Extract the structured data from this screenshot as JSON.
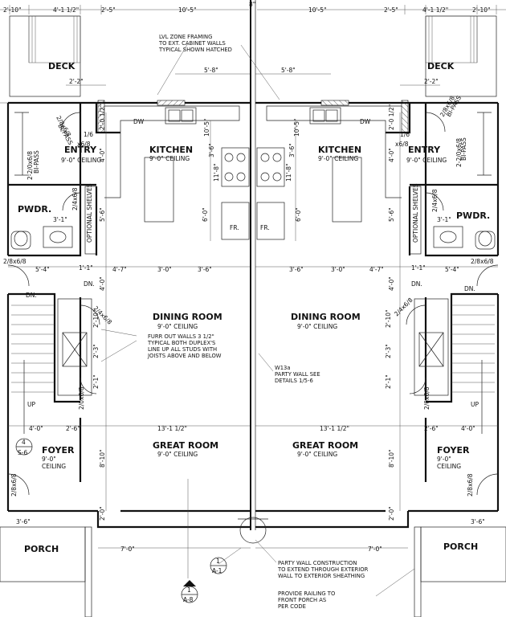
{
  "top_dims": [
    "2'-10\"",
    "4'-1 1/2\"",
    "2'-5\"",
    "10'-5\"",
    "8\"",
    "10'-5\"",
    "2'-5\"",
    "4'-1 1/2\"",
    "2'-10\""
  ],
  "notes": {
    "lvl_zone": [
      "LVL ZONE FRAMING",
      "TO EXT. CABINET WALLS",
      "TYPICAL SHOWN HATCHED"
    ],
    "furr_out": [
      "FURR OUT WALLS 3 1/2\"",
      "TYPICAL BOTH DUPLEX'S",
      "LINE UP ALL STUDS WITH",
      "JOISTS ABOVE AND BELOW"
    ],
    "party_wall": [
      "W13a",
      "PARTY WALL SEE",
      "DETAILS 1/5-6"
    ],
    "party_wall_construction": [
      "PARTY WALL CONSTRUCTION",
      "TO EXTEND THROUGH EXTERIOR",
      "WALL TO EXTERIOR SHEATHING"
    ],
    "railing": [
      "PROVIDE RAILING TO",
      "FRONT PORCH AS",
      "PER CODE"
    ]
  },
  "rooms": {
    "deck": "DECK",
    "entry": "ENTRY",
    "kitchen": "KITCHEN",
    "pwdr": "PWDR.",
    "dining": "DINING ROOM",
    "great": "GREAT ROOM",
    "foyer": "FOYER",
    "porch": "PORCH",
    "ceiling": "9'-0\" CEILING",
    "ceiling_foyer_1": "9'-0\"",
    "ceiling_foyer_2": "CEILING",
    "optional_shelves": "OPTIONAL SHELVES",
    "dw": "DW",
    "fr": "FR.",
    "dn": "DN.",
    "up": "UP"
  },
  "doors": {
    "entry_bipass_1": "2/8x6/8",
    "entry_bipass_2": "BI-PASS",
    "entry_door": "2-2/0x6/8",
    "entry_bipass_3": "BI-PASS",
    "small_door": "1/6",
    "small_door_2": "x6/8",
    "pwdr_door": "2/4x6/8",
    "stair_door": "2/8x6/8",
    "closet_door": "2/4x6/8",
    "lower_closet": "2/0x6/8",
    "foyer_door": "2/8x6/8"
  },
  "dims": {
    "deck_inner": "2'-2\"",
    "kitchen_top": "5'-8\"",
    "kitchen_vert_1": "10'-5\"",
    "counter_v": "3'-6\"",
    "island_v": "11'-8\"",
    "island_v2": "6'-0\"",
    "entry_v1": "2'-0 1/2\"",
    "entry_v2": "4'-0\"",
    "pwdr_v": "5'-6\"",
    "sink_h": "3'-1\"",
    "row_a1": "5'-4\"",
    "row_a2": "1'-1\"",
    "row_a3": "4'-7\"",
    "row_a4": "3'-0\"",
    "row_a5": "3'-6\"",
    "dining_v1": "4'-0\"",
    "dining_v2": "2'-10\"",
    "dining_v3": "2'-3\"",
    "dining_v4": "2'-1\"",
    "great_v": "8'-10\"",
    "great_v2": "2'-0\"",
    "row_b1": "4'-0\"",
    "row_b2": "2'-6\"",
    "row_b3": "13'-1 1/2\"",
    "porch_w": "3'-6\"",
    "porch_d": "7'-0\""
  },
  "section_marks": {
    "s6_top": "4",
    "s6_bot": "S-6",
    "a1_top": "1",
    "a1_bot": "A-1",
    "a8_top": "1",
    "a8_bot": "A-8"
  }
}
